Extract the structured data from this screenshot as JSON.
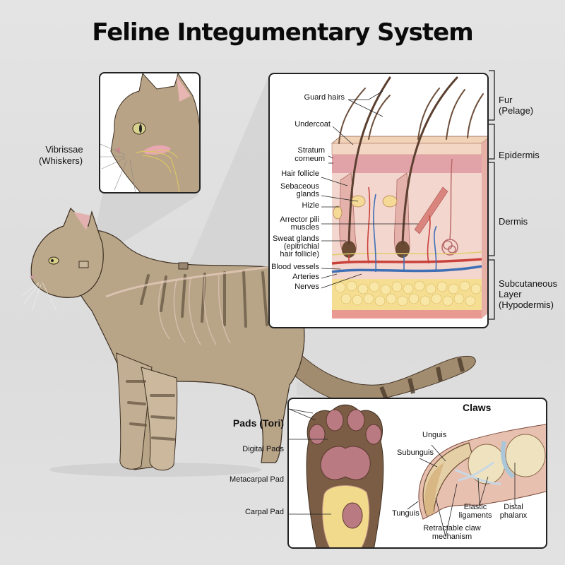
{
  "title": "Feline Integumentary System",
  "whiskers": {
    "label_line1": "Vibrissae",
    "label_line2": "(Whiskers)"
  },
  "skin_section": {
    "left_labels": [
      "Guard hairs",
      "Undercoat",
      "Stratum",
      "corneum",
      "Hair follicle",
      "Sebaceous",
      "glands",
      "Hizle",
      "Arrector pili",
      "muscles",
      "Sweat glands",
      "(epitrichial",
      "hair follicle)",
      "Blood vessels",
      "Arteries",
      "Nerves"
    ],
    "layers": [
      {
        "line1": "Fur",
        "line2": "(Pelage)"
      },
      {
        "line1": "Epidermis",
        "line2": ""
      },
      {
        "line1": "Dermis",
        "line2": ""
      },
      {
        "line1": "Subcutaneous",
        "line2": "Layer",
        "line3": "(Hypodermis)"
      }
    ]
  },
  "pads": {
    "heading": "Pads (Tori)",
    "labels": [
      "Digital Pads",
      "Metacarpal Pad",
      "Carpal Pad"
    ]
  },
  "claws": {
    "heading": "Claws",
    "labels": {
      "unguis": "Unguis",
      "subunguis": "Subunguis",
      "tunguis": "Tunguis",
      "elastic1": "Elastic",
      "elastic2": "ligaments",
      "distal1": "Distal",
      "distal2": "phalanx",
      "retract1": "Retractable claw",
      "retract2": "mechanism"
    }
  },
  "colors": {
    "background": "#e0e0e0",
    "fur": "#b7a286",
    "stripe": "#5a4a38",
    "epidermis": "#e4a4a8",
    "dermis": "#f2d4cc",
    "fat": "#f3dc8e",
    "artery": "#c9413b",
    "vein": "#3f6fb5",
    "pad": "#b97a82"
  }
}
